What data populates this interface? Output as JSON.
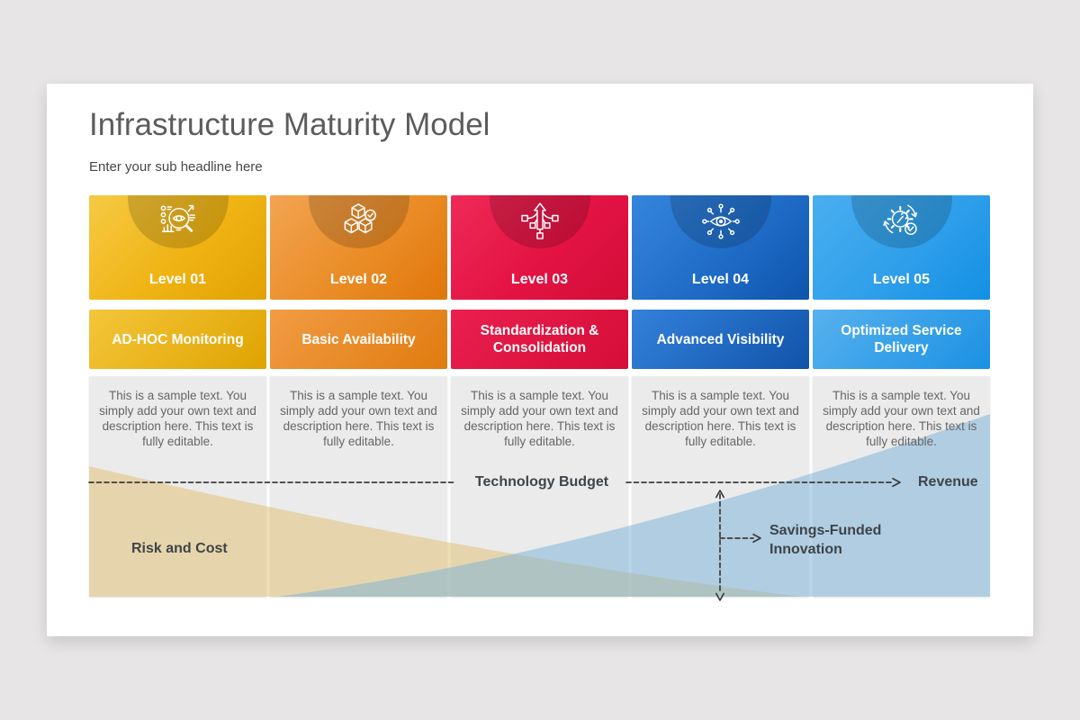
{
  "slide": {
    "title": "Infrastructure Maturity Model",
    "subtitle": "Enter your sub headline here"
  },
  "levels": [
    {
      "label": "Level 01",
      "title": "AD-HOC Monitoring",
      "description": "This is a sample text. You simply add your own text and description here. This text is fully editable.",
      "icon": "analytics-search-icon",
      "color_start": "#F6CA45",
      "color_end": "#E2A104"
    },
    {
      "label": "Level 02",
      "title": "Basic Availability",
      "description": "This is a sample text. You simply add your own text and description here. This text is fully editable.",
      "icon": "cubes-check-icon",
      "color_start": "#F2A452",
      "color_end": "#DF770B"
    },
    {
      "label": "Level 03",
      "title": "Standardization & Consolidation",
      "description": "This is a sample text. You simply add your own text and description here. This text is fully editable.",
      "icon": "merge-arrow-icon",
      "color_start": "#EF2A57",
      "color_end": "#D30D37"
    },
    {
      "label": "Level 04",
      "title": "Advanced Visibility",
      "description": "This is a sample text. You simply add your own text and description here. This text is fully editable.",
      "icon": "eye-network-icon",
      "color_start": "#3585DD",
      "color_end": "#0E54AC"
    },
    {
      "label": "Level 05",
      "title": "Optimized Service Delivery",
      "description": "This is a sample text. You simply add your own text and description here. This text is fully editable.",
      "icon": "gear-service-icon",
      "color_start": "#4AAEF0",
      "color_end": "#1390E4"
    }
  ],
  "annotations": {
    "risk_cost": "Risk and Cost",
    "technology_budget": "Technology Budget",
    "revenue": "Revenue",
    "savings_line1": "Savings-Funded",
    "savings_line2": "Innovation"
  },
  "chart_colors": {
    "risk_cost_area": "#E2C378",
    "revenue_area": "#7DB2D8",
    "panel_gray": "#EBEBEB",
    "dashed_line": "#3c3c3c"
  }
}
